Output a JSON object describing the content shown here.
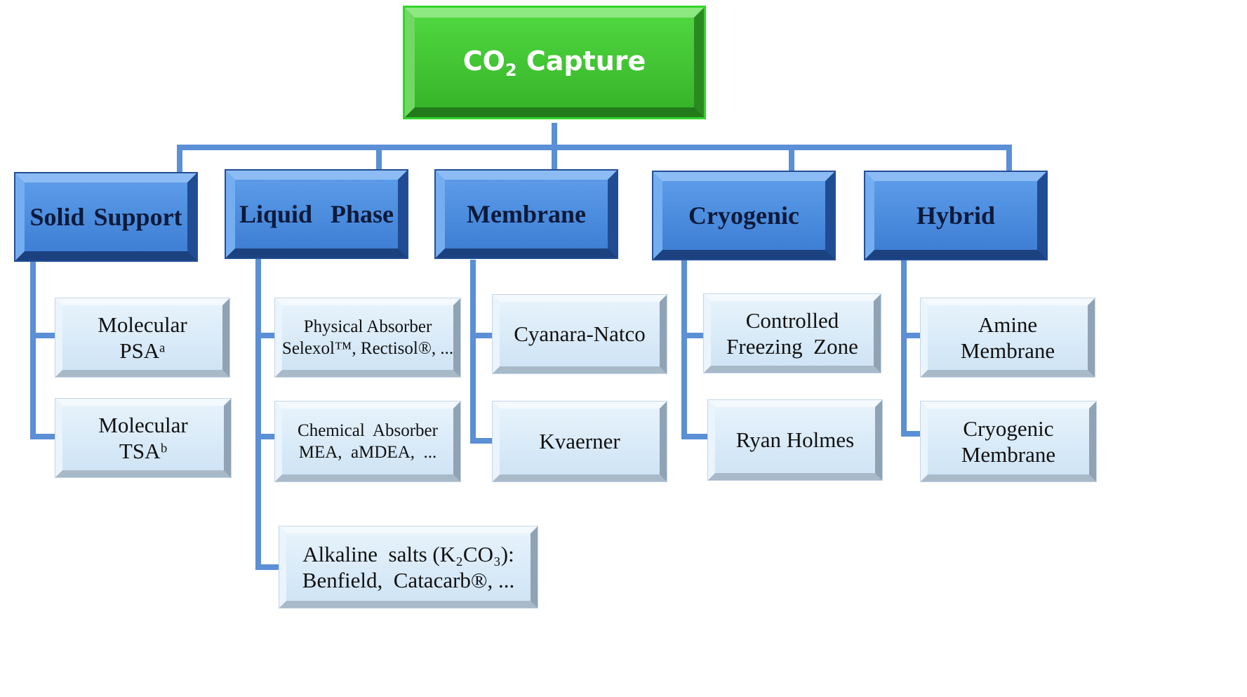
{
  "root": {
    "label_main": "CO",
    "label_sub": "2",
    "label_rest": " Capture"
  },
  "categories": [
    {
      "label": "Solid Support",
      "items": [
        {
          "lines": [
            "Molecular",
            "PSAᵃ"
          ]
        },
        {
          "lines": [
            "Molecular",
            "TSAᵇ"
          ]
        }
      ]
    },
    {
      "label": "Liquid  Phase",
      "items": [
        {
          "lines": [
            "Physical Absorber",
            "Selexol™, Rectisol®, ..."
          ]
        },
        {
          "lines": [
            "Chemical  Absorber",
            "MEA,  aMDEA,  ..."
          ]
        },
        {
          "lines": [
            "Alkaline  salts (K₂CO₃):",
            "Benfield,  Catacarb®, ..."
          ]
        }
      ]
    },
    {
      "label": "Membrane",
      "items": [
        {
          "lines": [
            "Cyanara-Natco"
          ]
        },
        {
          "lines": [
            "Kvaerner"
          ]
        }
      ]
    },
    {
      "label": "Cryogenic",
      "items": [
        {
          "lines": [
            "Controlled",
            "Freezing  Zone"
          ]
        },
        {
          "lines": [
            "Ryan Holmes"
          ]
        }
      ]
    },
    {
      "label": "Hybrid",
      "items": [
        {
          "lines": [
            "Amine",
            "Membrane"
          ]
        },
        {
          "lines": [
            "Cryogenic",
            "Membrane"
          ]
        }
      ]
    }
  ],
  "colors": {
    "root_fill": "#3fc432",
    "category_fill": "#4a8ae0",
    "leaf_fill": "#d9ebf8",
    "connector": "#5b8fd6"
  }
}
